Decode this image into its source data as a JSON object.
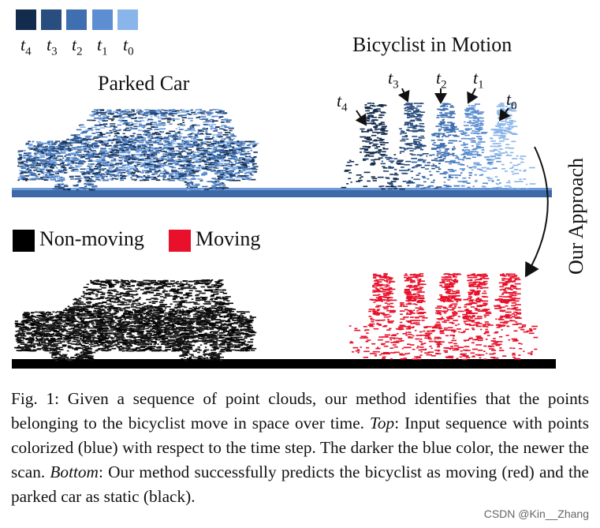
{
  "timestep_legend": [
    {
      "label": "t",
      "sub": "4",
      "color": "#132c4e"
    },
    {
      "label": "t",
      "sub": "3",
      "color": "#284d7e"
    },
    {
      "label": "t",
      "sub": "2",
      "color": "#3f6fb0"
    },
    {
      "label": "t",
      "sub": "1",
      "color": "#5c8ed1"
    },
    {
      "label": "t",
      "sub": "0",
      "color": "#8ab5ea"
    }
  ],
  "top": {
    "car_label": "Parked Car",
    "bicyclist_label": "Bicyclist in Motion",
    "annotations": [
      {
        "label": "t",
        "sub": "4"
      },
      {
        "label": "t",
        "sub": "3"
      },
      {
        "label": "t",
        "sub": "2"
      },
      {
        "label": "t",
        "sub": "1"
      },
      {
        "label": "t",
        "sub": "0"
      }
    ]
  },
  "approach_label": "Our Approach",
  "class_legend": {
    "static_label": "Non-moving",
    "static_color": "#000000",
    "moving_label": "Moving",
    "moving_color": "#e8102a"
  },
  "caption": {
    "prefix": "Fig. 1: Given a sequence of point clouds, our method identifies that the points belonging to the bicyclist move in space over time. ",
    "top_word": "Top",
    "middle": ": Input sequence with points colorized (blue) with respect to the time step. The darker the blue color, the newer the scan. ",
    "bottom_word": "Bottom",
    "suffix": ": Our method successfully predicts the bicyclist as moving (red) and the parked car as static (black)."
  },
  "watermark": "CSDN @Kin__Zhang"
}
